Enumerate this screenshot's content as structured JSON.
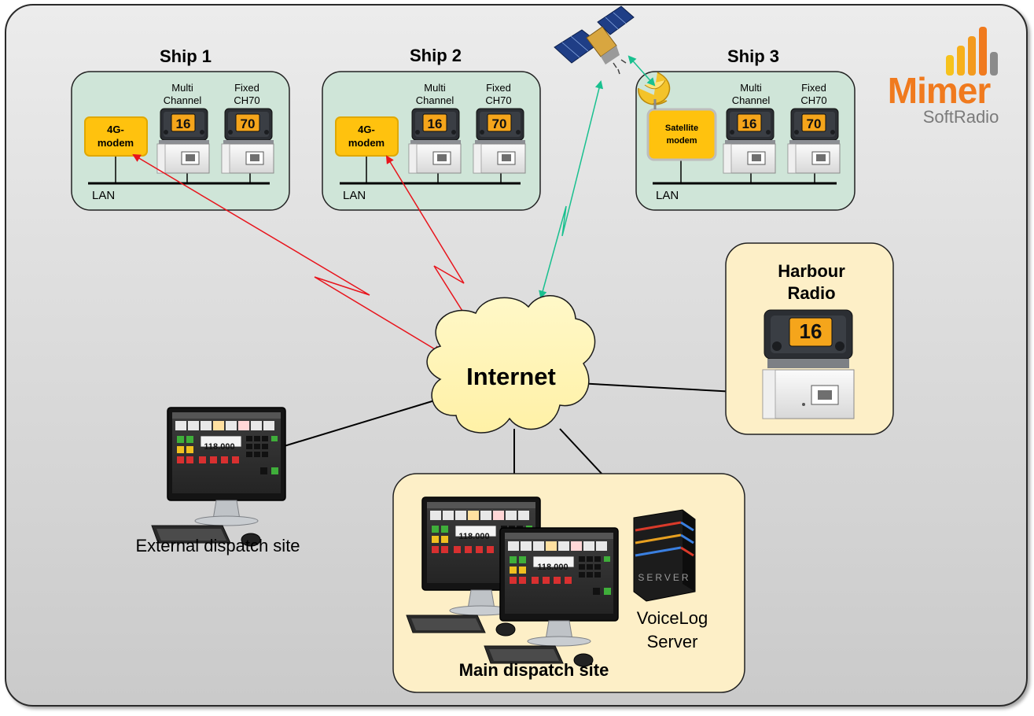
{
  "logo": {
    "name": "Mimer",
    "subtitle": "SoftRadio",
    "colors": {
      "orange": "#f07a1e",
      "yellow": "#f6c21c",
      "gray": "#7a7a7a"
    }
  },
  "ships": [
    {
      "title": "Ship 1",
      "modem": [
        "4G-",
        "modem"
      ],
      "lan": "LAN",
      "radios": [
        {
          "label": [
            "Multi",
            "Channel"
          ],
          "display": "16"
        },
        {
          "label": [
            "Fixed",
            "CH70"
          ],
          "display": "70"
        }
      ]
    },
    {
      "title": "Ship 2",
      "modem": [
        "4G-",
        "modem"
      ],
      "lan": "LAN",
      "radios": [
        {
          "label": [
            "Multi",
            "Channel"
          ],
          "display": "16"
        },
        {
          "label": [
            "Fixed",
            "CH70"
          ],
          "display": "70"
        }
      ]
    },
    {
      "title": "Ship 3",
      "modem": [
        "Satellite",
        "modem"
      ],
      "lan": "LAN",
      "radios": [
        {
          "label": [
            "Multi",
            "Channel"
          ],
          "display": "16"
        },
        {
          "label": [
            "Fixed",
            "CH70"
          ],
          "display": "70"
        }
      ]
    }
  ],
  "internet": {
    "label": "Internet"
  },
  "harbour": {
    "title": [
      "Harbour",
      "Radio"
    ],
    "display": "16"
  },
  "external_site": {
    "label": "External dispatch site",
    "frequency": "118.000"
  },
  "main_site": {
    "label": "Main dispatch site",
    "frequency": "118.000"
  },
  "server": {
    "label": [
      "VoiceLog",
      "Server"
    ],
    "engraving": "SERVER"
  },
  "links": {
    "cellular_color": "#e8141c",
    "satellite_color": "#19c08f",
    "wired_color": "#000000"
  }
}
